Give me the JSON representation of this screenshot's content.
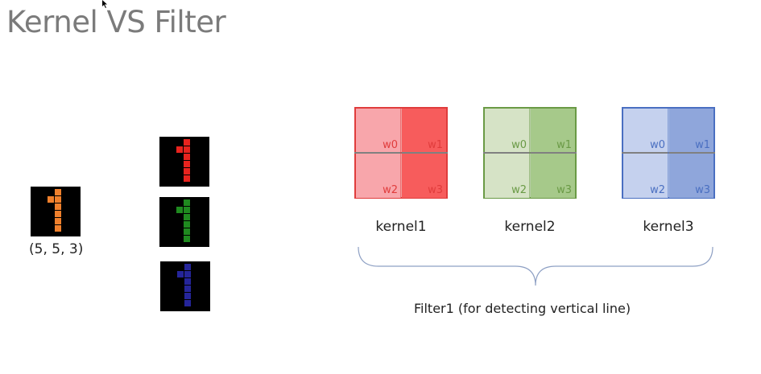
{
  "title": "Kernel VS Filter",
  "input_shape_label": "(5, 5, 3)",
  "kernels": [
    {
      "name": "kernel1",
      "color": "#e03c3c",
      "light": "#f8a6ab",
      "dark": "#f75c5c",
      "weights": [
        "w0",
        "w1",
        "w2",
        "w3"
      ]
    },
    {
      "name": "kernel2",
      "color": "#6a9a45",
      "light": "#d6e3c6",
      "dark": "#a6c98a",
      "weights": [
        "w0",
        "w1",
        "w2",
        "w3"
      ]
    },
    {
      "name": "kernel3",
      "color": "#4a6fc1",
      "light": "#c5d1ee",
      "dark": "#8fa6db",
      "weights": [
        "w0",
        "w1",
        "w2",
        "w3"
      ]
    }
  ],
  "filter_label": "Filter1 (for detecting vertical line)",
  "colors": {
    "orange": "#f0802c",
    "red": "#e8231e",
    "green": "#1f8a1f",
    "blue": "#25259a"
  }
}
